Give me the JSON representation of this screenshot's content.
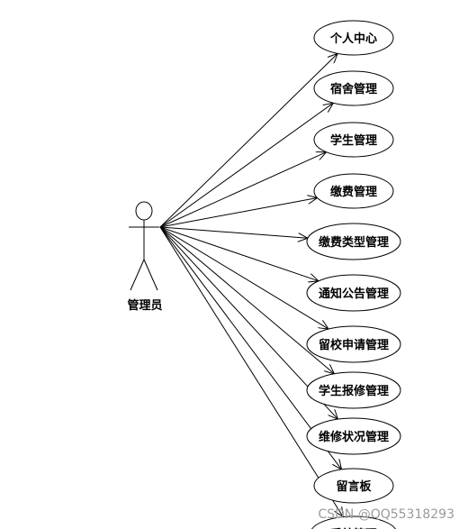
{
  "actor": {
    "label": "管理员"
  },
  "use_cases": [
    {
      "label": "个人中心"
    },
    {
      "label": "宿舍管理"
    },
    {
      "label": "学生管理"
    },
    {
      "label": "缴费管理"
    },
    {
      "label": "缴费类型管理"
    },
    {
      "label": "通知公告管理"
    },
    {
      "label": "留校申请管理"
    },
    {
      "label": "学生报修管理"
    },
    {
      "label": "维修状况管理"
    },
    {
      "label": "留言板"
    },
    {
      "label": "系统管理"
    }
  ],
  "watermark": "CSDN @QQ55318293"
}
